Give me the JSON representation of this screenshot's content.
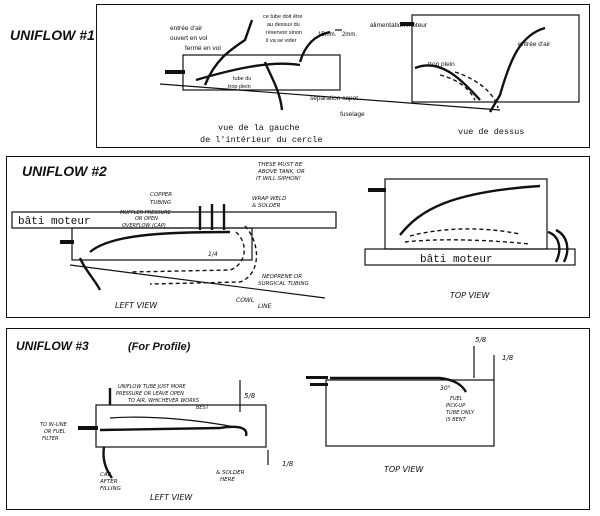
{
  "panel1": {
    "title": "UNIFLOW #1",
    "labels": {
      "entree_air_open": "entrée d'air",
      "entree_air_open_2": "ouvert en vol",
      "ferme_en_vol": "fermé en vol",
      "tube_note_1": "ce tube doit être",
      "tube_note_2": "au dessus du",
      "tube_note_3": "réservoir sinon",
      "tube_note_4": "il va se vider",
      "dim_15": "15mm.",
      "dim_2": "2mm.",
      "tube_trop_plein_1": "tube du",
      "tube_trop_plein_2": "trop plein",
      "separation_capot": "séparation capot",
      "fuselage": "fuselage",
      "caption_left_1": "vue de la gauche",
      "caption_left_2": "de l'intérieur du cercle",
      "alimentation_moteur": "alimentation moteur",
      "entree_air_top": "entrée d'air",
      "trop_plein": "trop plein",
      "caption_right": "vue de dessus"
    }
  },
  "panel2": {
    "title": "UNIFLOW #2",
    "labels": {
      "bati_moteur_left": "bâti moteur",
      "bati_moteur_right": "bâti moteur",
      "copper_tubing_1": "COPPER",
      "copper_tubing_2": "TUBING",
      "muffler_1": "MUFFLER PRESSURE",
      "muffler_2": "OR OPEN",
      "muffler_3": "OVERFLOW (CAP)",
      "above_tank_1": "THESE MUST BE",
      "above_tank_2": "ABOVE TANK, OR",
      "above_tank_3": "IT WILL SIPHON!",
      "wrap_solder_1": "WRAP WELD",
      "wrap_solder_2": "& SOLDER",
      "quarter": "1/4",
      "neoprene_1": "NEOPRENE OR",
      "neoprene_2": "SURGICAL TUBING",
      "cowl_line_1": "COWL",
      "cowl_line_2": "LINE",
      "left_view": "LEFT VIEW",
      "top_view": "TOP VIEW"
    }
  },
  "panel3": {
    "title": "UNIFLOW #3",
    "subtitle": "(For Profile)",
    "labels": {
      "uniflow_tube_1": "UNIFLOW TUBE JUST MORE",
      "uniflow_tube_2": "PRESSURE OR LEAVE OPEN",
      "uniflow_tube_3": "TO AIR, WHICHEVER WORKS",
      "uniflow_tube_4": "BEST",
      "to_inline_1": "TO IN-LINE",
      "to_inline_2": "OR FUEL",
      "to_inline_3": "FILTER",
      "cap_after_1": "CAP",
      "cap_after_2": "AFTER",
      "cap_after_3": "FILLING",
      "five_eighths_a": "5/8",
      "one_eighth_a": "1/8",
      "solder_1": "& SOLDER",
      "solder_2": "HERE",
      "left_view": "LEFT VIEW",
      "five_eighths_b": "5/8",
      "one_eighth_b": "1/8",
      "thirty_deg": "30°",
      "fuel_pickup_1": "FUEL",
      "fuel_pickup_2": "PICK-UP",
      "fuel_pickup_3": "TUBE ONLY",
      "fuel_pickup_4": "IS BENT",
      "top_view": "TOP VIEW"
    }
  }
}
